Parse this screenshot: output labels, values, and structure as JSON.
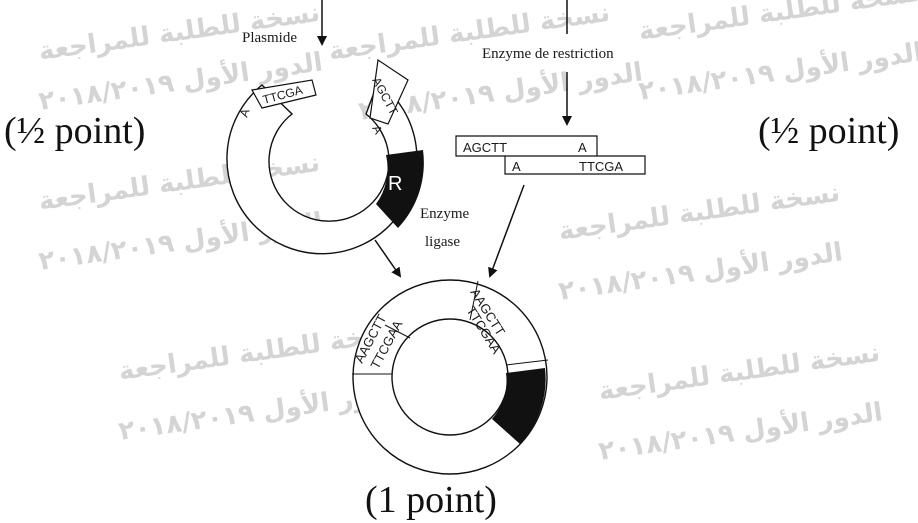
{
  "labels": {
    "plasmide": "Plasmide",
    "enzyme_restriction": "Enzyme de restriction",
    "enzyme_ligase_line1": "Enzyme",
    "enzyme_ligase_line2": "ligase",
    "region_r": "R"
  },
  "scores": {
    "left": "(½ point)",
    "right": "(½ point)",
    "bottom": "(1 point)"
  },
  "sequences": {
    "plasmid_left_end_top": "A",
    "plasmid_left_end_bottom": "TTCGA",
    "plasmid_right_end_top": "AGCTT",
    "plasmid_right_end_bottom": "A",
    "fragment_top": "AGCTT",
    "fragment_top_end": "A",
    "fragment_bottom_start": "A",
    "fragment_bottom": "TTCGA",
    "recomb_left_top": "AAGCTT",
    "recomb_left_bottom": "TTCGAA",
    "recomb_right_top": "AAGCTT",
    "recomb_right_bottom": "TTCGAA"
  },
  "watermark": {
    "line1": "نسخة للطلبة للمراجعة",
    "line2": "الدور الأول ٢٠١٨/٢٠١٩"
  }
}
